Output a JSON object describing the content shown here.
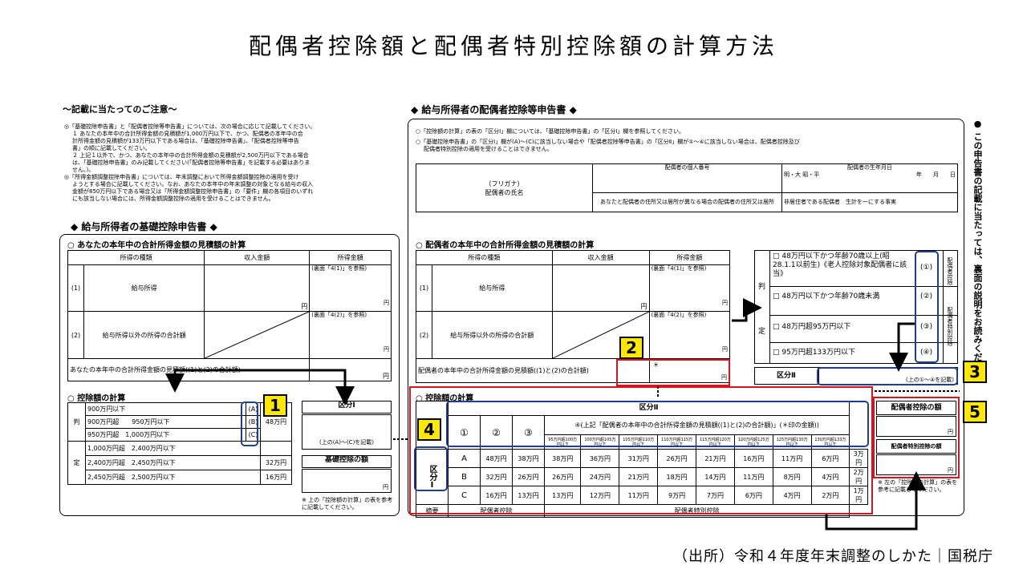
{
  "title": "配偶者控除額と配偶者特別控除額の計算方法",
  "source": "（出所）令和４年度年末調整のしかた｜国税庁",
  "left": {
    "notice_title": "～記載に当たってのご注意～",
    "notices": [
      "◎「基礎控除申告書」と「配偶者控除等申告書」については、次の場合に応じて記載してください。",
      "１ あなたの本年中の合計所得金額の見積額が1,000万円以下で、かつ、配偶者の本年中の合",
      "計所得金額の見積額が133万円以下である場合は、「基礎控除申告書」、「配偶者控除等申告",
      "書」の順に記載してください。",
      "２ 上記１以外で、かつ、あなたの本年中の合計所得金額の見積額が2,500万円以下である場合",
      "は、「基礎控除申告書」のみ記載してください(「配偶者控除等申告書」を記載する必要はありま",
      "せん。)。",
      "◎「所得金額調整控除申告書」については、年末調整において所得金額調整控除の適用を受け",
      "ようとする場合に記載してください。なお、あなたの本年中の年末調整の対象となる給与の収入",
      "金額が850万円以下である場合又は「所得金額調整控除申告書」の「要件」欄の各項目のいずれ",
      "にも該当しない場合には、所得金額調整控除の適用を受けることはできません。"
    ],
    "section_title": "◆ 給与所得者の基礎控除申告書 ◆",
    "income_title": "○ あなたの本年中の合計所得金額の見積額の計算",
    "col_headers": [
      "所得の種類",
      "収入金額",
      "所得金額"
    ],
    "row1_no": "(1)",
    "row1_label": "給与所得",
    "row2_no": "(2)",
    "row2_label": "給与所得以外の所得の合計額",
    "ref1": "(裏面「4(1)」を参照)",
    "ref2": "(裏面「4(2)」を参照)",
    "yen": "円",
    "total_label": "あなたの本年中の合計所得金額の見積額((1)と(2)の合計額)",
    "deduct_title": "○ 控除額の計算",
    "hantei": "判",
    "tei": "定",
    "rows": [
      {
        "range": "900万円以下",
        "mark": "(A)",
        "amt": ""
      },
      {
        "range": "900万円超　　950万円以下",
        "mark": "(B)",
        "amt": "48万円"
      },
      {
        "range": "950万円超　1,000万円以下",
        "mark": "(C)",
        "amt": ""
      },
      {
        "range": "1,000万円超　2,400万円以下",
        "mark": "",
        "amt": ""
      },
      {
        "range": "2,400万円超　2,450万円以下",
        "mark": "",
        "amt": "32万円"
      },
      {
        "range": "2,450万円超　2,500万円以下",
        "mark": "",
        "amt": "16万円"
      }
    ],
    "kubun1": "区分Ⅰ",
    "kubun1_note": "(上の(A)～(C)を記載)",
    "kiso_label": "基礎控除の額",
    "kiso_note": "※ 上の「控除額の計算」の表を参考に記載してください。"
  },
  "right": {
    "section_title": "◆ 給与所得者の配偶者控除等申告書 ◆",
    "notes": [
      "○「控除額の計算」の表の「区分Ⅰ」欄については、「基礎控除申告書」の「区分Ⅰ」欄を参照してください。",
      "○「基礎控除申告書」の「区分Ⅰ」欄が(A)～(C)に該当しない場合や「配偶者控除等申告書」の「区分Ⅱ」欄が①～④に該当しない場合は、配偶者控除及び",
      "配偶者特別控除の適用を受けることはできません。"
    ],
    "furigana": "（フリガナ）",
    "spouse_name": "配偶者の氏名",
    "my_number": "配偶者の個人番号",
    "birth": "配偶者の生年月日",
    "era": "明・大 昭・平",
    "ymd": "年　　月　　日",
    "address": "あなたと配偶者の住所又は居所が異なる場合の配偶者の住所又は居所",
    "nonres": "非居住者である配偶者",
    "livelihood": "生計を一にする事実",
    "income_title": "○ 配偶者の本年中の合計所得金額の見積額の計算",
    "total_label": "配偶者の本年中の合計所得金額の見積額((1)と(2)の合計額)",
    "asterisk": "＊",
    "judge": [
      {
        "text": "□ 48万円以下かつ年齢70歳以上(昭28.1.1以前生)《老人控除対象配偶者に該当》",
        "mark": "(①)"
      },
      {
        "text": "□ 48万円以下かつ年齢70歳未満",
        "mark": "(②)"
      },
      {
        "text": "□ 48万円超95万円以下",
        "mark": "(③)"
      },
      {
        "text": "□ 95万円超133万円以下",
        "mark": "(④)"
      }
    ],
    "side1": "配偶者控除",
    "side2": "配偶者特別控除",
    "kubun2": "区分Ⅱ",
    "kubun2_note": "(上の①～④を記載)",
    "deduct_title": "○ 控除額の計算",
    "table_header": "区分Ⅱ",
    "table_cols": [
      "①",
      "②",
      "③"
    ],
    "table_col4": "④(上記「配偶者の本年中の合計所得金額の見積額((1)と(2)の合計額)」(＊印の金額))",
    "sub_ranges": [
      "95万円超100万円以下",
      "100万円超105万円以下",
      "105万円超110万円以下",
      "110万円超115万円以下",
      "115万円超120万円以下",
      "120万円超125万円以下",
      "125万円超130万円以下",
      "130万円超133万円以下"
    ],
    "kubun1_v": "区分Ⅰ",
    "matrix": [
      {
        "k": "A",
        "v": [
          "48万円",
          "38万円",
          "38万円",
          "36万円",
          "31万円",
          "26万円",
          "21万円",
          "16万円",
          "11万円",
          "6万円",
          "3万円"
        ]
      },
      {
        "k": "B",
        "v": [
          "32万円",
          "26万円",
          "26万円",
          "24万円",
          "21万円",
          "18万円",
          "14万円",
          "11万円",
          "8万円",
          "4万円",
          "2万円"
        ]
      },
      {
        "k": "C",
        "v": [
          "16万円",
          "13万円",
          "13万円",
          "12万円",
          "11万円",
          "9万円",
          "7万円",
          "6万円",
          "4万円",
          "2万円",
          "1万円"
        ]
      }
    ],
    "summary": "摘要",
    "s1": "配偶者控除",
    "s2": "配偶者特別控除",
    "haigu_label": "配偶者控除の額",
    "tokubetsu_label": "配偶者特別控除の額",
    "final_note": "※ 左の「控除額の計算」の表を参考に記載してください。",
    "vertical_note": "● この申告書の記載に当たっては、裏面の説明をお読みください。"
  },
  "callouts": [
    "1",
    "2",
    "3",
    "4",
    "5"
  ]
}
